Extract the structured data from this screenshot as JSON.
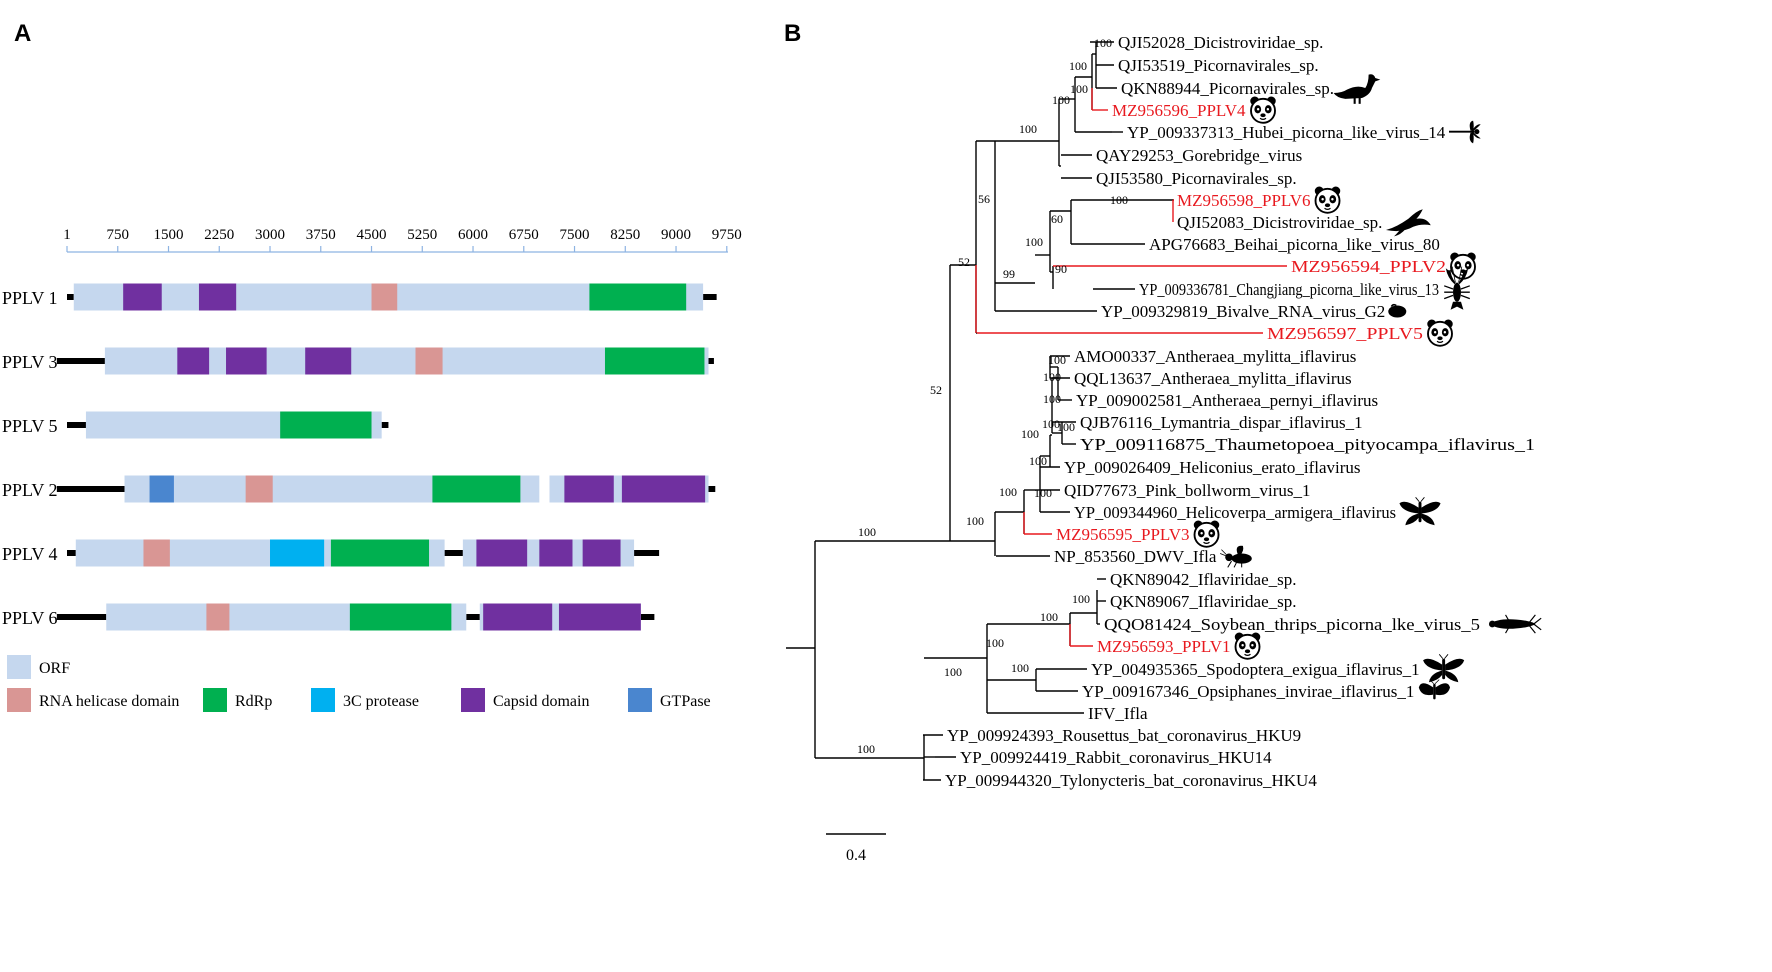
{
  "panel_a": {
    "label": "A",
    "scale_ticks": [
      "1",
      "750",
      "1500",
      "2250",
      "3000",
      "3750",
      "4500",
      "5250",
      "6000",
      "6750",
      "7500",
      "8250",
      "9000",
      "9750"
    ],
    "genomes": [
      {
        "name": "PPLV 1",
        "line": [
          [
            0,
            100
          ],
          [
            9400,
            9600
          ]
        ],
        "domains": [
          {
            "type": "orf",
            "start": 100,
            "end": 9400
          },
          {
            "type": "capsid",
            "start": 830,
            "end": 1400
          },
          {
            "type": "capsid",
            "start": 1950,
            "end": 2500
          },
          {
            "type": "helicase",
            "start": 4500,
            "end": 4880
          },
          {
            "type": "rdrp",
            "start": 7720,
            "end": 9150
          }
        ]
      },
      {
        "name": "PPLV 3",
        "line": [
          [
            -150,
            560
          ],
          [
            9480,
            9560
          ]
        ],
        "domains": [
          {
            "type": "orf",
            "start": 560,
            "end": 9480
          },
          {
            "type": "capsid",
            "start": 1630,
            "end": 2100
          },
          {
            "type": "capsid",
            "start": 2350,
            "end": 2950
          },
          {
            "type": "capsid",
            "start": 3520,
            "end": 4200
          },
          {
            "type": "helicase",
            "start": 5150,
            "end": 5550
          },
          {
            "type": "rdrp",
            "start": 7950,
            "end": 9420
          }
        ]
      },
      {
        "name": "PPLV 5",
        "line": [
          [
            0,
            280
          ],
          [
            4650,
            4750
          ]
        ],
        "domains": [
          {
            "type": "orf",
            "start": 280,
            "end": 4650
          },
          {
            "type": "rdrp",
            "start": 3150,
            "end": 4500
          }
        ]
      },
      {
        "name": "PPLV 2",
        "line": [
          [
            -150,
            850
          ],
          [
            9480,
            9580
          ]
        ],
        "domains": [
          {
            "type": "orf",
            "start": 850,
            "end": 6980
          },
          {
            "type": "orf",
            "start": 7130,
            "end": 9480
          },
          {
            "type": "gtpase",
            "start": 1220,
            "end": 1580
          },
          {
            "type": "helicase",
            "start": 2640,
            "end": 3040
          },
          {
            "type": "rdrp",
            "start": 5400,
            "end": 6700
          },
          {
            "type": "capsid",
            "start": 7350,
            "end": 8080
          },
          {
            "type": "capsid",
            "start": 8200,
            "end": 9430
          }
        ]
      },
      {
        "name": "PPLV 4",
        "line": [
          [
            0,
            130
          ],
          [
            5580,
            5850
          ],
          [
            8380,
            8750
          ]
        ],
        "domains": [
          {
            "type": "orf",
            "start": 130,
            "end": 5580
          },
          {
            "type": "orf",
            "start": 5850,
            "end": 8380
          },
          {
            "type": "helicase",
            "start": 1130,
            "end": 1520
          },
          {
            "type": "protease",
            "start": 3000,
            "end": 3800
          },
          {
            "type": "rdrp",
            "start": 3900,
            "end": 5350
          },
          {
            "type": "capsid",
            "start": 6050,
            "end": 6800
          },
          {
            "type": "capsid",
            "start": 6980,
            "end": 7470
          },
          {
            "type": "capsid",
            "start": 7620,
            "end": 8180
          }
        ]
      },
      {
        "name": "PPLV 6",
        "line": [
          [
            -150,
            580
          ],
          [
            5900,
            6100
          ],
          [
            8480,
            8680
          ]
        ],
        "domains": [
          {
            "type": "orf",
            "start": 580,
            "end": 5900
          },
          {
            "type": "orf",
            "start": 6100,
            "end": 8480
          },
          {
            "type": "helicase",
            "start": 2060,
            "end": 2400
          },
          {
            "type": "rdrp",
            "start": 4180,
            "end": 5680
          },
          {
            "type": "capsid",
            "start": 6150,
            "end": 7170
          },
          {
            "type": "capsid",
            "start": 7270,
            "end": 8480
          }
        ]
      }
    ],
    "legend": [
      {
        "type": "orf",
        "label": "ORF"
      },
      {
        "type": "helicase",
        "label": "RNA helicase domain"
      },
      {
        "type": "rdrp",
        "label": "RdRp"
      },
      {
        "type": "protease",
        "label": "3C protease"
      },
      {
        "type": "capsid",
        "label": "Capsid domain"
      },
      {
        "type": "gtpase",
        "label": "GTPase"
      }
    ],
    "colors": {
      "orf": "#c5d7ee",
      "helicase": "#d99694",
      "rdrp": "#00b050",
      "protease": "#00b0f0",
      "capsid": "#7030a0",
      "gtpase": "#4a86cf",
      "axis": "#8db3e2",
      "line": "#000000"
    }
  },
  "panel_b": {
    "label": "B",
    "scale_bar_label": "0.4",
    "highlight_color": "#e8191f",
    "taxa": [
      {
        "name": "QJI52028_Dicistroviridae_sp.",
        "highlight": false,
        "icon": null
      },
      {
        "name": "QJI53519_Picornavirales_sp.",
        "highlight": false,
        "icon": null
      },
      {
        "name": "QKN88944_Picornavirales_sp.",
        "highlight": false,
        "icon": "bird-icon"
      },
      {
        "name": "MZ956596_PPLV4",
        "highlight": true,
        "icon": "panda-icon"
      },
      {
        "name": "YP_009337313_Hubei_picorna_like_virus_14",
        "highlight": false,
        "icon": "dragonfly-icon"
      },
      {
        "name": "QAY29253_Gorebridge_virus",
        "highlight": false,
        "icon": null
      },
      {
        "name": "QJI53580_Picornavirales_sp.",
        "highlight": false,
        "icon": null
      },
      {
        "name": "MZ956598_PPLV6",
        "highlight": true,
        "icon": "panda-icon"
      },
      {
        "name": "QJI52083_Dicistroviridae_sp.",
        "highlight": false,
        "icon": "swallow-icon"
      },
      {
        "name": "APG76683_Beihai_picorna_like_virus_80",
        "highlight": false,
        "icon": null
      },
      {
        "name": "MZ956594_PPLV2",
        "highlight": true,
        "icon": "panda-icon"
      },
      {
        "name": "YP_009336781_Changjiang_picorna_like_virus_13",
        "highlight": false,
        "icon": "crayfish-icon"
      },
      {
        "name": "YP_009329819_Bivalve_RNA_virus_G2",
        "highlight": false,
        "icon": "bivalve-icon"
      },
      {
        "name": "MZ956597_PPLV5",
        "highlight": true,
        "icon": "panda-icon"
      },
      {
        "name": "AMO00337_Antheraea_mylitta_iflavirus",
        "highlight": false,
        "icon": null
      },
      {
        "name": "QQL13637_Antheraea_mylitta_iflavirus",
        "highlight": false,
        "icon": null
      },
      {
        "name": "YP_009002581_Antheraea_pernyi_iflavirus",
        "highlight": false,
        "icon": null
      },
      {
        "name": "QJB76116_Lymantria_dispar_iflavirus_1",
        "highlight": false,
        "icon": null
      },
      {
        "name": "YP_009116875_Thaumetopoea_pityocampa_iflavirus_1",
        "highlight": false,
        "icon": null
      },
      {
        "name": "YP_009026409_Heliconius_erato_iflavirus",
        "highlight": false,
        "icon": null
      },
      {
        "name": "QID77673_Pink_bollworm_virus_1",
        "highlight": false,
        "icon": null
      },
      {
        "name": "YP_009344960_Helicoverpa_armigera_iflavirus",
        "highlight": false,
        "icon": "moth-icon"
      },
      {
        "name": "MZ956595_PPLV3",
        "highlight": true,
        "icon": "panda-icon"
      },
      {
        "name": "NP_853560_DWV_Ifla",
        "highlight": false,
        "icon": "bee-icon"
      },
      {
        "name": "QKN89042_Iflaviridae_sp.",
        "highlight": false,
        "icon": null
      },
      {
        "name": "QKN89067_Iflaviridae_sp.",
        "highlight": false,
        "icon": null
      },
      {
        "name": "QQO81424_Soybean_thrips_picorna_lke_virus_5",
        "highlight": false,
        "icon": "thrips-icon"
      },
      {
        "name": "MZ956593_PPLV1",
        "highlight": true,
        "icon": "panda-icon"
      },
      {
        "name": "YP_004935365_Spodoptera_exigua_iflavirus_1",
        "highlight": false,
        "icon": "moth-icon"
      },
      {
        "name": "YP_009167346_Opsiphanes_invirae_iflavirus_1",
        "highlight": false,
        "icon": "butterfly-icon"
      },
      {
        "name": "IFV_Ifla",
        "highlight": false,
        "icon": null
      },
      {
        "name": "YP_009924393_Rousettus_bat_coronavirus_HKU9",
        "highlight": false,
        "icon": null
      },
      {
        "name": "YP_009924419_Rabbit_coronavirus_HKU14",
        "highlight": false,
        "icon": null
      },
      {
        "name": "YP_009944320_Tylonycteris_bat_coronavirus_HKU4",
        "highlight": false,
        "icon": null
      }
    ],
    "bootstrap_values": [
      "100",
      "100",
      "100",
      "100",
      "100",
      "56",
      "100",
      "60",
      "100",
      "99",
      "90",
      "52",
      "52",
      "100",
      "100",
      "100",
      "100",
      "100",
      "100",
      "100",
      "100",
      "100",
      "100",
      "100",
      "100",
      "100",
      "100",
      "100",
      "100",
      "100",
      "100",
      "100"
    ]
  }
}
